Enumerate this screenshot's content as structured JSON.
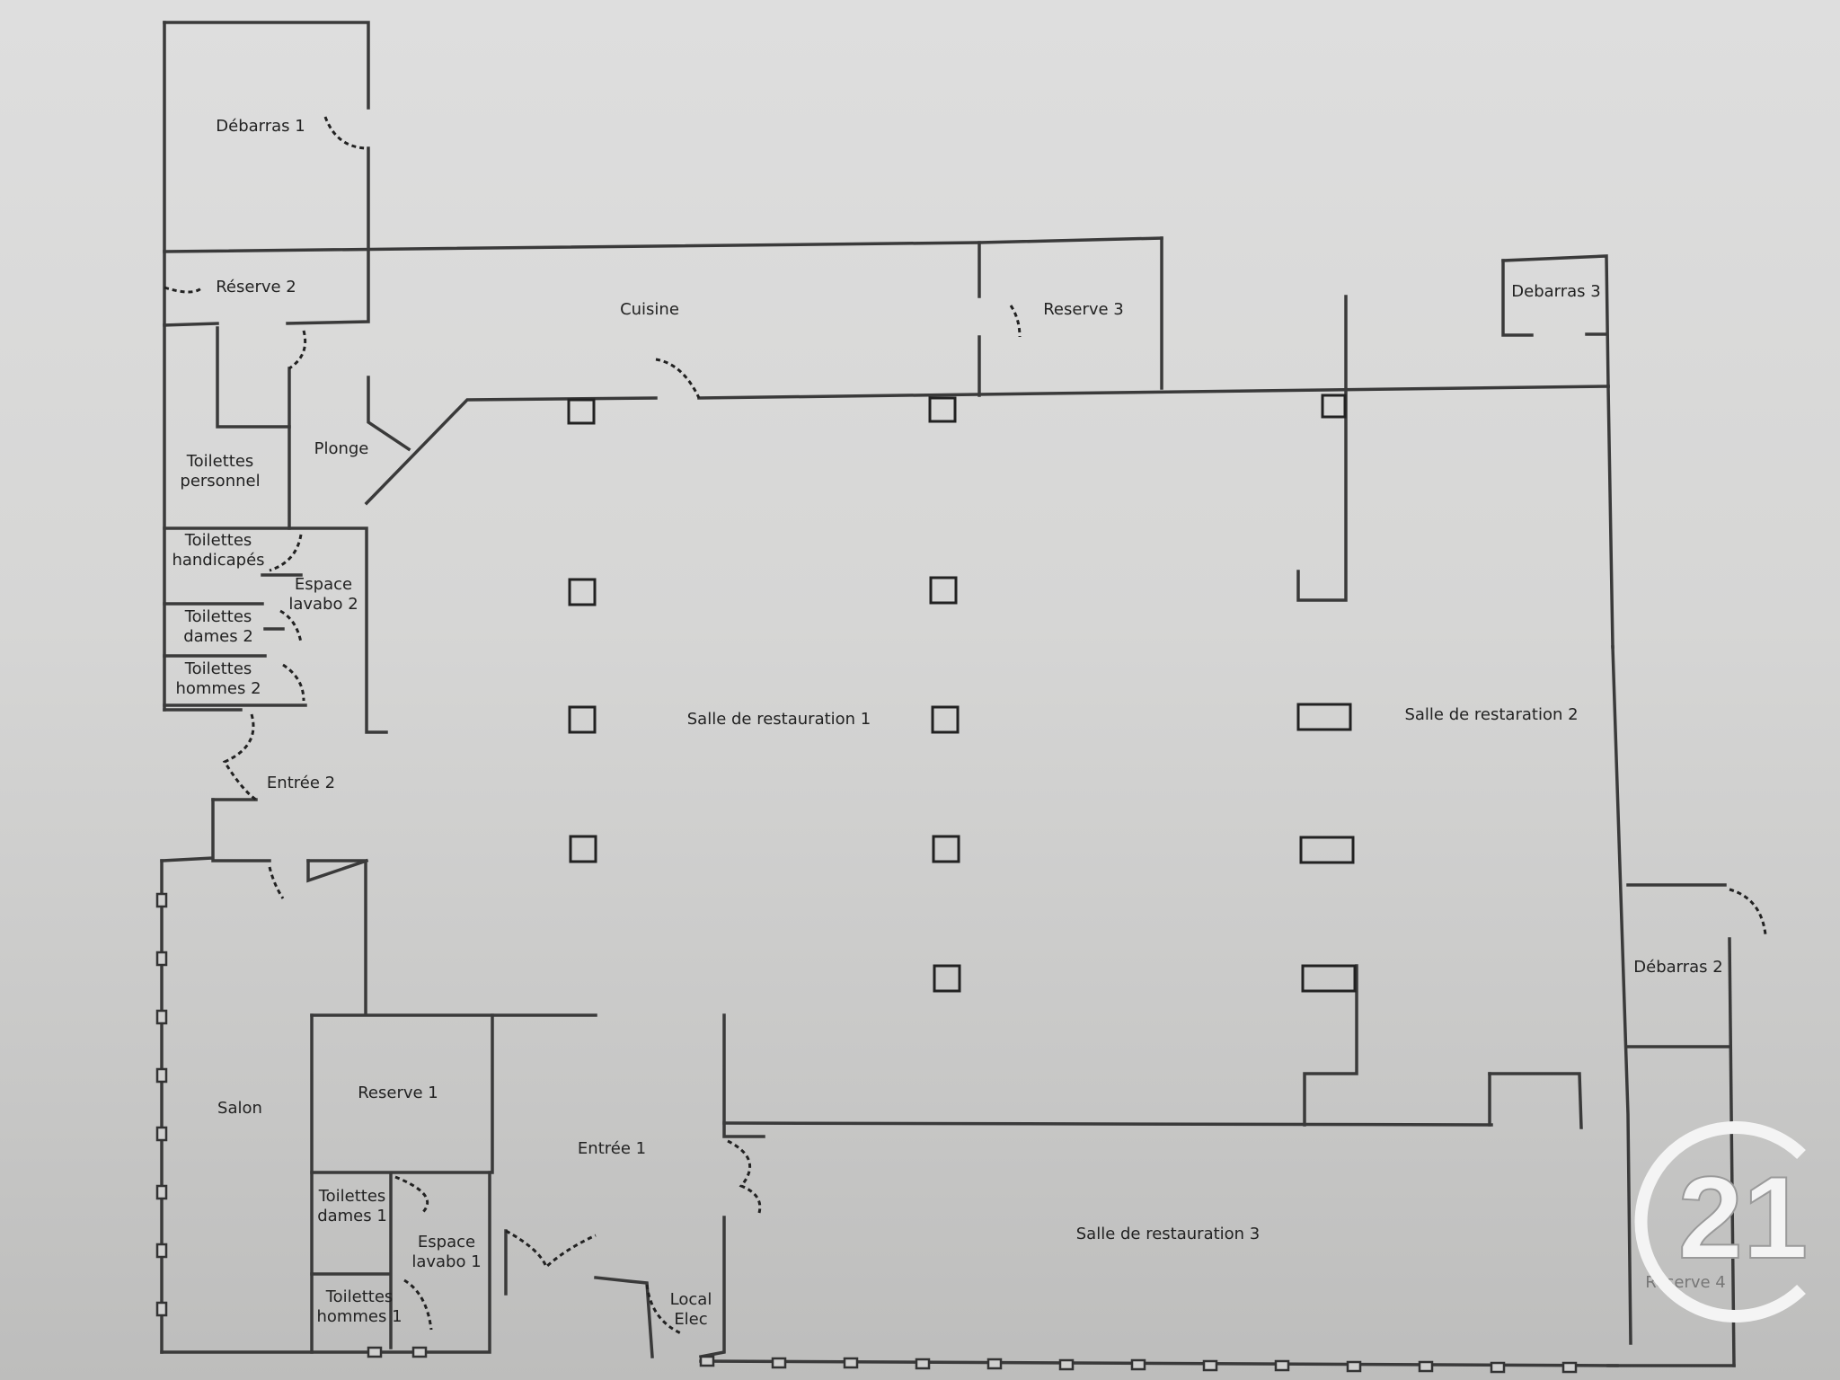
{
  "rooms": {
    "debarras1": "Débarras 1",
    "reserve2": "Réserve 2",
    "cuisine": "Cuisine",
    "reserve3": "Reserve 3",
    "debarras3": "Debarras 3",
    "toilettes_personnel": "Toilettes\npersonnel",
    "plonge": "Plonge",
    "toilettes_handicapes": "Toilettes\nhandicapés",
    "espace_lavabo2": "Espace\nlavabo 2",
    "toilettes_dames2": "Toilettes\ndames 2",
    "toilettes_hommes2": "Toilettes\nhommes 2",
    "entree2": "Entrée 2",
    "salle1": "Salle de restauration 1",
    "salle2": "Salle de restaration 2",
    "debarras2": "Débarras 2",
    "salon": "Salon",
    "reserve1": "Reserve 1",
    "entree1": "Entrée 1",
    "toilettes_dames1": "Toilettes\ndames 1",
    "espace_lavabo1": "Espace\nlavabo 1",
    "toilettes_hommes1": "Toilettes\nhommes 1",
    "local_elec": "Local\nElec",
    "salle3": "Salle de restauration 3",
    "reserve4": "Reserve 4"
  },
  "logo": {
    "text": "21",
    "color": "#ffffff"
  }
}
